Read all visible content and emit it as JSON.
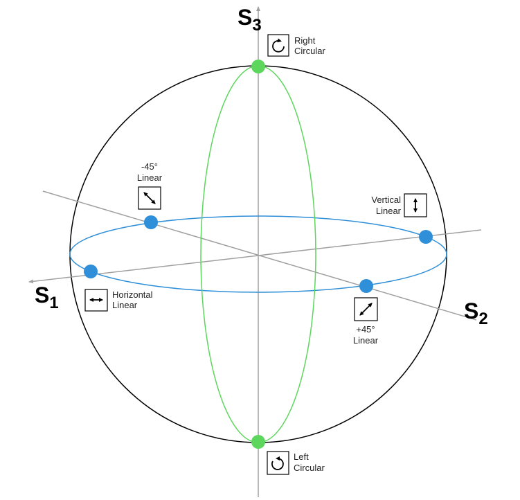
{
  "axes": {
    "s1": {
      "main": "S",
      "sub": "1"
    },
    "s2": {
      "main": "S",
      "sub": "2"
    },
    "s3": {
      "main": "S",
      "sub": "3"
    }
  },
  "states": {
    "right_circular": {
      "line1": "Right",
      "line2": "Circular",
      "icon": "clockwise-circle-arrow-icon"
    },
    "left_circular": {
      "line1": "Left",
      "line2": "Circular",
      "icon": "counterclockwise-circle-arrow-icon"
    },
    "horizontal_linear": {
      "line1": "Horizontal",
      "line2": "Linear",
      "icon": "horizontal-double-arrow-icon"
    },
    "vertical_linear": {
      "line1": "Vertical",
      "line2": "Linear",
      "icon": "vertical-double-arrow-icon"
    },
    "minus45_linear": {
      "line1": "-45°",
      "line2": "Linear",
      "icon": "diagonal-minus45-double-arrow-icon"
    },
    "plus45_linear": {
      "line1": "+45°",
      "line2": "Linear",
      "icon": "diagonal-plus45-double-arrow-icon"
    }
  },
  "colors": {
    "sphere": "#000000",
    "equator": "#2f8fd8",
    "meridian": "#5cd65c",
    "axis": "#a0a0a0",
    "equator_point": "#2f8fd8",
    "pole_point": "#5cd65c"
  }
}
